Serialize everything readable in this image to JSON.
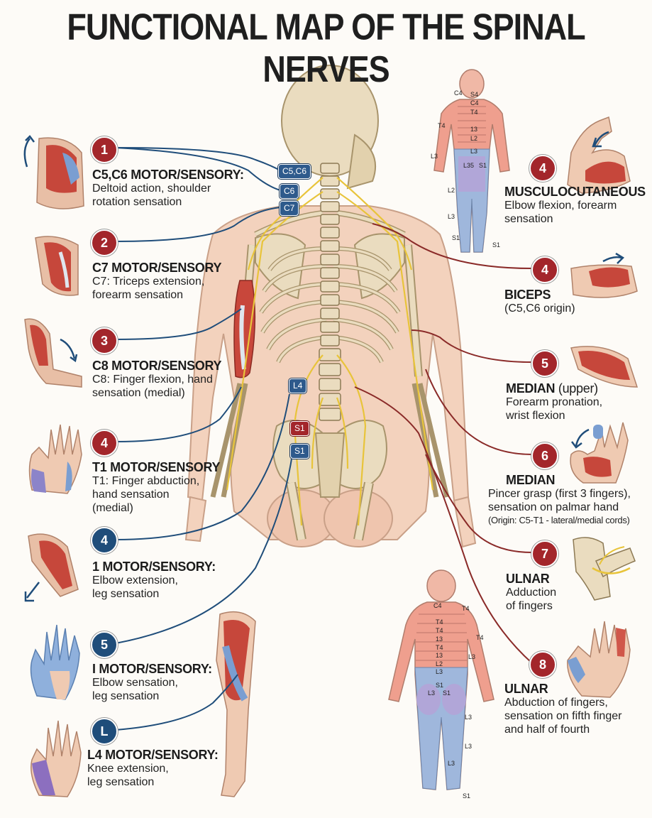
{
  "title": "FUNCTIONAL MAP OF THE SPINAL NERVES",
  "colors": {
    "red": "#a3262b",
    "blue": "#1f4d7a",
    "nerve": "#e8c43a",
    "bone": "#eadcbf",
    "skin": "#f3d2bd"
  },
  "left_items": [
    {
      "badge": "1",
      "color": "red",
      "heading": "C5,C6 MOTOR/SENSORY:",
      "desc": "Deltoid action, shoulder\nrotation sensation"
    },
    {
      "badge": "2",
      "color": "red",
      "heading": "C7 MOTOR/SENSORY",
      "desc": "C7: Triceps extension,\nforearm sensation"
    },
    {
      "badge": "3",
      "color": "red",
      "heading": "C8 MOTOR/SENSORY",
      "desc": "C8: Finger flexion, hand\nsensation (medial)"
    },
    {
      "badge": "4",
      "color": "red",
      "heading": "T1 MOTOR/SENSORY",
      "desc": "T1: Finger abduction,\nhand sensation\n(medial)"
    },
    {
      "badge": "4",
      "color": "blue",
      "heading": "1 MOTOR/SENSORY:",
      "desc": "Elbow extension,\nleg sensation"
    },
    {
      "badge": "5",
      "color": "blue",
      "heading": "I MOTOR/SENSORY:",
      "desc": "Elbow sensation,\nleg sensation"
    },
    {
      "badge": "L",
      "color": "blue",
      "heading": "L4 MOTOR/SENSORY:",
      "desc": "Knee extension,\nleg sensation"
    }
  ],
  "right_items": [
    {
      "badge": "4",
      "heading": "MUSCULOCUTANEOUS",
      "heading_extra": "",
      "desc": "Elbow flexion, forearm\nsensation"
    },
    {
      "badge": "4",
      "heading": "BICEPS",
      "heading_extra": "",
      "desc": "(C5,C6 origin)"
    },
    {
      "badge": "5",
      "heading": "MEDIAN",
      "heading_extra": " (upper)",
      "desc": "Forearm pronation,\nwrist flexion"
    },
    {
      "badge": "6",
      "heading": "MEDIAN",
      "heading_extra": "",
      "desc": "Pincer grasp (first 3 fingers),\nsensation on palmar hand",
      "note": "(Origin: C5-T1 - lateral/medial cords)"
    },
    {
      "badge": "7",
      "heading": "ULNAR",
      "heading_extra": "",
      "desc": "Adduction\nof fingers"
    },
    {
      "badge": "8",
      "heading": "ULNAR",
      "heading_extra": "",
      "desc": "Abduction of fingers,\nsensation on fifth finger\nand half of fourth"
    }
  ],
  "spine_tags": [
    {
      "text": "C5,C6",
      "color": "blue"
    },
    {
      "text": "C6",
      "color": "blue"
    },
    {
      "text": "C7",
      "color": "blue"
    },
    {
      "text": "L4",
      "color": "blue"
    },
    {
      "text": "S1",
      "color": "red"
    },
    {
      "text": "S1",
      "color": "blue"
    }
  ],
  "dermatome_top": [
    "C4",
    "S4",
    "C4",
    "T4",
    "T4",
    "13",
    "L2",
    "L3",
    "L3",
    "L35",
    "S1",
    "L2",
    "L3",
    "S1",
    "S1"
  ],
  "dermatome_bottom": [
    "C4",
    "T4",
    "T4",
    "T4",
    "13",
    "T4",
    "L3",
    "T4",
    "13",
    "L2",
    "L3",
    "S1",
    "L3",
    "S1",
    "L3",
    "L3",
    "L3",
    "S1"
  ]
}
